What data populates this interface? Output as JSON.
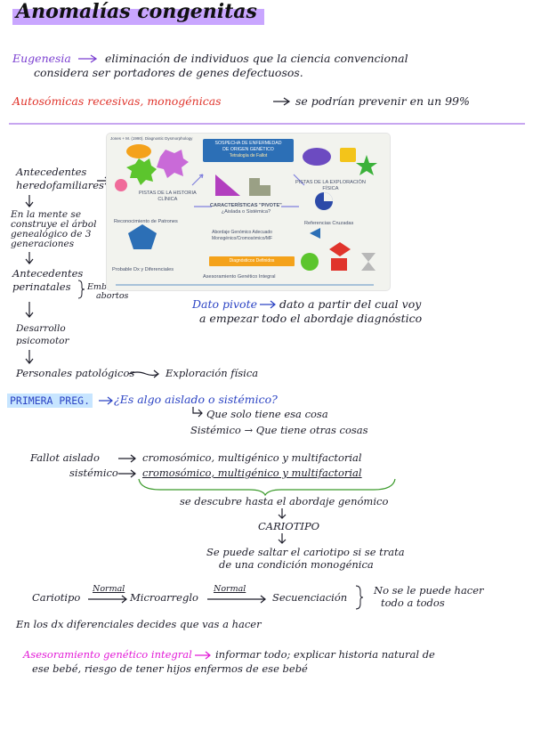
{
  "title": "Anomalías congenitas",
  "eugenesia": {
    "term": "Eugenesia",
    "definition_line1": "eliminación de individuos que la ciencia convencional",
    "definition_line2": "considera ser portadores de genes defectuosos."
  },
  "autosomicas": {
    "term": "Autosómicas recesivas, monogénicas",
    "text": "se podrían prevenir en un 99%"
  },
  "left_notes": {
    "antecedentes_hf": [
      "Antecedentes",
      "heredofamiliares"
    ],
    "en_la_mente": [
      "En la mente se",
      "construye el árbol",
      "genealógico de 3",
      "generaciones"
    ],
    "antecedentes_perinatales": [
      "Antecedentes",
      "perinatales"
    ],
    "embarazo_abortos": [
      "Embarazos,",
      "abortos"
    ],
    "desarrollo": [
      "Desarrollo",
      "psicomotor"
    ],
    "personales": "Personales patológicos",
    "exploracion": "Exploración física"
  },
  "slide": {
    "reference": "Jones + M. (1990). Diagnostic Dysmorphology",
    "heading": [
      "SOSPECHA DE ENFERMEDAD",
      "DE ORIGEN GENÉTICO",
      "Tetralogía de Fallot"
    ],
    "pistas_historia": [
      "PISTAS DE LA HISTORIA",
      "CLÍNICA"
    ],
    "pistas_exploracion": [
      "PISTAS DE LA EXPLORACIÓN",
      "FÍSICA"
    ],
    "pivote": [
      "CARACTERÍSTICAS \"PIVOTE\"",
      "¿Aislada o Sistémica?"
    ],
    "reconocimiento": "Reconocimiento de Patrones",
    "referencias": "Referencias Cruzadas",
    "abordaje": [
      "Abordaje Genómico Adecuado",
      "Monogénico/Cromosómico/MF"
    ],
    "diagnosticos": "Diagnósticos Definidos",
    "probable": "Probable Dx y Diferenciales",
    "asesoramiento": "Asesoramiento Genético Integral"
  },
  "dato_pivote": {
    "term": "Dato pivote",
    "line1": "dato a partir del cual voy",
    "line2": "a empezar todo el abordaje diagnóstico"
  },
  "primera_pregunta": {
    "label": "PRIMERA PREG.",
    "question": "¿Es algo aislado o sistémico?",
    "answer1": "Que solo tiene esa cosa",
    "answer2": "Sistémico → Que tiene otras cosas"
  },
  "fallot": {
    "aislado_label": "Fallot aislado",
    "aislado_text": "cromosómico, multigénico y multifactorial",
    "sistemico_label": "sistémico",
    "sistemico_text": "cromosómico, multigénico y multifactorial"
  },
  "descubre": "se descubre hasta el abordaje genómico",
  "cariotipo": "CARIOTIPO",
  "saltar": [
    "Se puede saltar el cariotipo si se trata",
    "de una condición monogénica"
  ],
  "flow": {
    "cariotipo": "Cariotipo",
    "normal1": "Normal",
    "microarreglo": "Microarreglo",
    "normal2": "Normal",
    "secuenciacion": "Secuenciación",
    "note": [
      "No se le puede hacer",
      "todo a todos"
    ]
  },
  "dx_diferenciales": "En los dx diferenciales decides que vas a hacer",
  "asesoramiento": {
    "term": "Asesoramiento genético integral",
    "line1": "informar todo; explicar historia natural de",
    "line2": "ese bebé, riesgo de tener hijos enfermos de ese bebé"
  }
}
